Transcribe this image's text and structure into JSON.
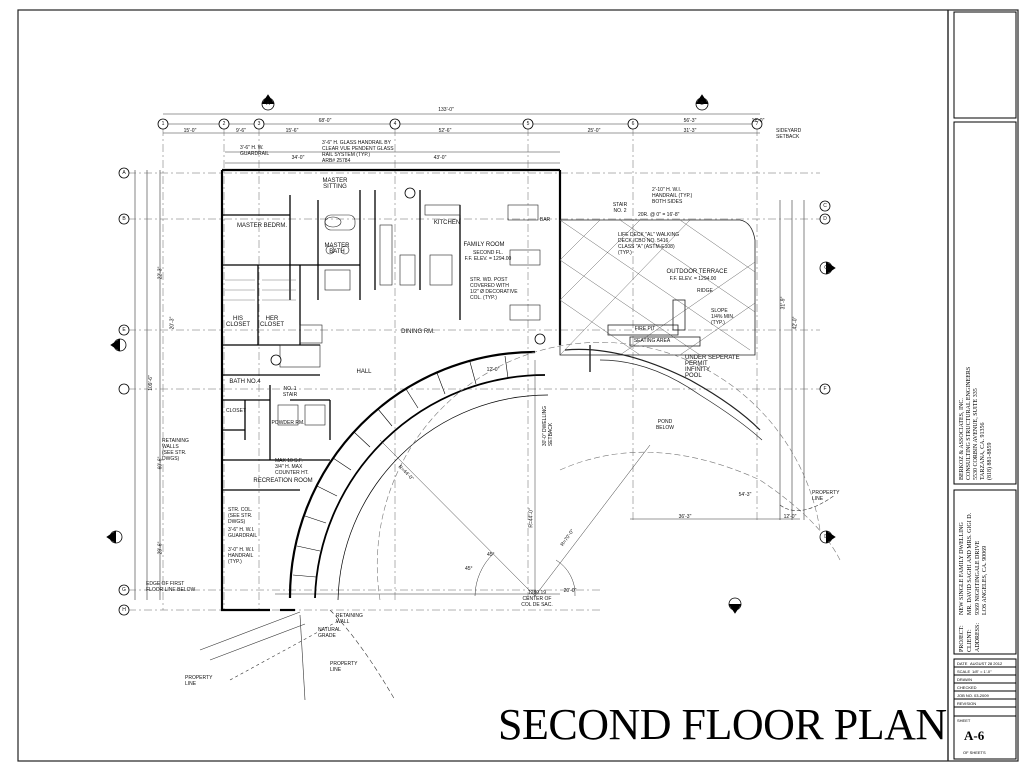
{
  "title": "SECOND FLOOR PLAN",
  "rooms": {
    "master_sitting": "MASTER\nSITTING",
    "master_bedrm": "MASTER BEDRM.",
    "master_bath": "MASTER\nBATH",
    "kitchen": "KITCHEN",
    "family_room": "FAMILY ROOM",
    "family_room_sub": "SECOND FL.\nF.F. ELEV. = 1294.00",
    "outdoor_terrace": "OUTDOOR TERRACE",
    "outdoor_terrace_sub": "F.F. ELEV. = 1294.00",
    "his_closet": "HIS\nCLOSET",
    "her_closet": "HER\nCLOSET",
    "dining": "DINING RM.",
    "hall": "HALL",
    "bath4": "BATH NO.4",
    "stair1": "NO. 1\nSTAIR",
    "stair2": "STAIR\nNO. 2",
    "recreation": "RECREATION ROOM",
    "closet": "CLOSET",
    "powder": "POWDER RM.",
    "infinity_pool": "UNDER SEPERATE\nPERMIT\nINFINITY\nPOOL",
    "fire_pit": "FIRE PIT",
    "seating": "SEATING AREA",
    "pond": "POND\nBELOW",
    "bar": "BAR"
  },
  "notes": {
    "glass_handrail": "3'-6\" H. W.\nGUARDRAIL",
    "glass_rail_system": "3'-6\" H. GLASS HANDRAIL BY\nCLEAR VUE PENDENT GLASS\nRAIL SYSTEM (TYP.)\nARB# 25784",
    "handrail_both": "2'-10\" H. W.I.\nHANDRAIL (TYP.)\nBOTH SIDES",
    "risers": "20R. @ 0\" = 16'-8\"",
    "life_deck": "LIFE DECK \"AL\" WALKING\nDECK ICBO NO. 5416\nCLASS \"A\" (ASTM-E108)\n(TYP.)",
    "str_post": "STR. WD. POST\nCOVERED WITH\n1/2\" Ø DECORATIVE\nCOL. (TYP.)",
    "ridge": "RIDGE",
    "slope": "SLOPE\n1/4% MIN.\n(TYP.)",
    "dwelling_setback": "30'-0\" DWELLING\nSETBACK",
    "center": "1280.19\nCENTER OF\nCOL DE SAC.",
    "radius1": "R=44'-0\"",
    "radius2": "R=70'-0\"",
    "retaining_walls": "RETAINING\nWALLS\n(SEE STR.\nDWGS)",
    "retaining_wall": "RETAINING\nWALL",
    "natural_grade": "NATURAL\nGRADE",
    "property_line": "PROPERTY\nLINE",
    "sideyard_setback": "SIDEYARD\nSETBACK",
    "edge_first_floor": "EDGE OF FIRST\nFLOOR LINE BELOW",
    "str_col": "STR. COL.\n(SEE STR.\nDWGS)",
    "guardrail_2": "3'-6\" H. W.I.\nGUARDRAIL",
    "handrail_3": "3'-0\" H. W.I.\nHANDRAIL\n(TYP.)",
    "counter": "MAX 10 S.F.\n3/4\" H. MAX\nCOUNTER HT.",
    "angle": "45°"
  },
  "dims": {
    "overall": "133'-0\"",
    "sub1": "68'-0\"",
    "sub2": "56'-3\"",
    "sub3": "12'-0\"",
    "d1": "15'-0\"",
    "d2": "9'-6\"",
    "d3": "15'-6\"",
    "d4": "52'-6\"",
    "d5": "25'-0\"",
    "d6": "31'-3\"",
    "d7": "34'-0\"",
    "d8": "43'-0\"",
    "d9": "12'-0\"",
    "d10": "20'-0\"",
    "d11": "36'-3\"",
    "d12": "12'-0\"",
    "d13": "54'-3\"",
    "left_total": "109'-6\"",
    "l1": "60'-6\"",
    "l2": "29'-6\"",
    "l3": "22'-3\"",
    "l4": "20'-3\"",
    "r1": "31'-9\"",
    "r2": "42'-0\""
  },
  "grid_cols": [
    "1",
    "2",
    "3",
    "4",
    "5",
    "6",
    "7"
  ],
  "grid_rows": [
    "A",
    "B",
    "C",
    "D",
    "E",
    "F",
    "G",
    "H"
  ],
  "section_marks": [
    "A",
    "B",
    "C",
    "D"
  ],
  "title_block": {
    "firm": "BERKOZ & ASSOCIATES, INC.\nCONSULTING STRUCTURAL ENGINEERS\n5530 CORBIN AVENUE, SUITE 335\nTARZANA, CA. 91356\n(818) 881-8859",
    "project_label": "PROJECT:",
    "project": "NEW SINGLE FAMILY DWELLING",
    "client_label": "CLIENT:",
    "client": "MR. DAVID SAGHI AND MRS. GIGI D.",
    "address_label": "ADDRESS:",
    "address": "9369 NIGHTINGALE DRIVE\nLOS ANGELES, CA. 90069",
    "date_label": "DATE",
    "date": "AUGUST 28 2012",
    "scale_label": "SCALE",
    "scale": "1/8\" = 1'-0\"",
    "drawn_label": "DRAWN",
    "checked_label": "CHECKED",
    "job_label": "JOB NO.",
    "job": "03-2009",
    "rev_label": "REVISION",
    "sheet_label": "SHEET",
    "sheet": "A-6",
    "of_label": "OF  SHEETS"
  }
}
